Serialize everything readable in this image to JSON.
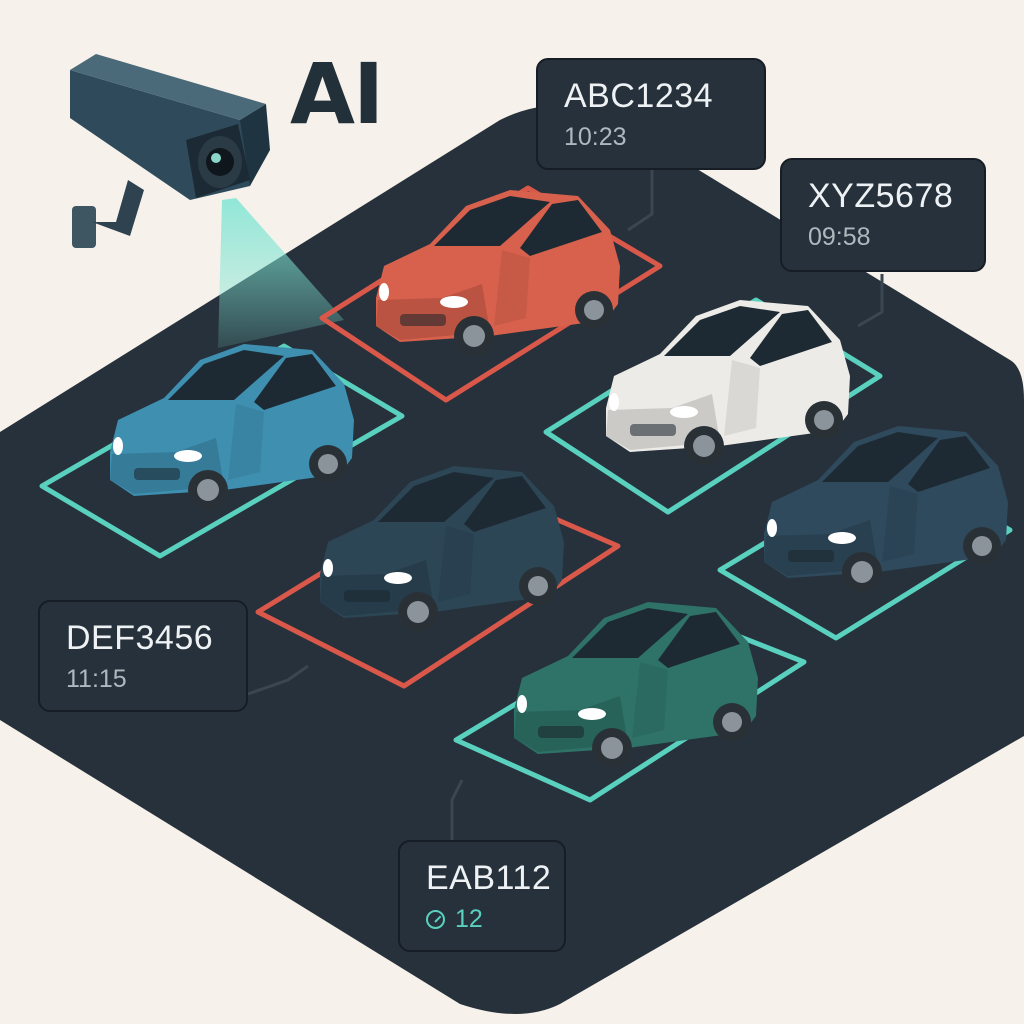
{
  "brand": {
    "ai_label": "AI"
  },
  "colors": {
    "background": "#f6f1ea",
    "lot": "#26313b",
    "occupied_ok": "#5ad1bf",
    "violation": "#d9584a"
  },
  "cars": [
    {
      "name": "car-red",
      "color": "#d8614d",
      "bay_status": "violation"
    },
    {
      "name": "car-blue",
      "color": "#3f8fb1",
      "bay_status": "ok"
    },
    {
      "name": "car-white",
      "color": "#ecebe7",
      "bay_status": "ok"
    },
    {
      "name": "car-navy",
      "color": "#2c4656",
      "bay_status": "violation"
    },
    {
      "name": "car-dark-teal",
      "color": "#2f4a5c",
      "bay_status": "ok"
    },
    {
      "name": "car-green",
      "color": "#2f7368",
      "bay_status": "ok"
    }
  ],
  "tags": [
    {
      "plate": "ABC1234",
      "time": "10:23"
    },
    {
      "plate": "XYZ5678",
      "time": "09:58"
    },
    {
      "plate": "DEF3456",
      "time": "11:15"
    },
    {
      "plate": "EAB112",
      "time": "12",
      "icon": "clock-icon"
    }
  ]
}
